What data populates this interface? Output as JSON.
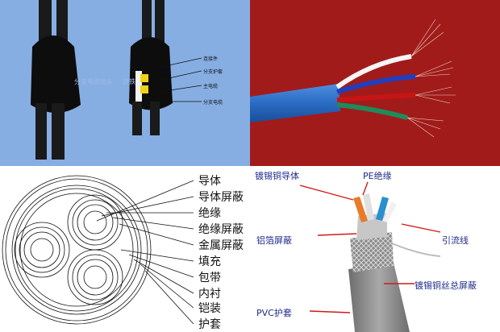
{
  "top_left": {
    "faint_text": "分支电缆接头",
    "faint_text_2": "铸铁",
    "labels": [
      "连接件",
      "分支护套",
      "主电缆",
      "分支电缆"
    ]
  },
  "cross_section": {
    "labels": [
      "导体",
      "导体屏蔽",
      "绝缘",
      "绝缘屏蔽",
      "金属屏蔽",
      "填充",
      "包带",
      "内衬",
      "铠装",
      "护套"
    ]
  },
  "cable_photo": {
    "labels": {
      "tinned_conductor": "镀锡铜导体",
      "pe_insulation": "PE绝缘",
      "foil_shield": "铝箔屏蔽",
      "drain_wire": "引流线",
      "braid_shield": "镀锡铜丝总屏蔽",
      "pvc_jacket": "PVC护套"
    }
  },
  "colors": {
    "blue_bg": "#86aee3",
    "red_bg": "#a11b1b",
    "label_blue": "#1e2a8a",
    "arrow_red": "#d11a1a"
  }
}
